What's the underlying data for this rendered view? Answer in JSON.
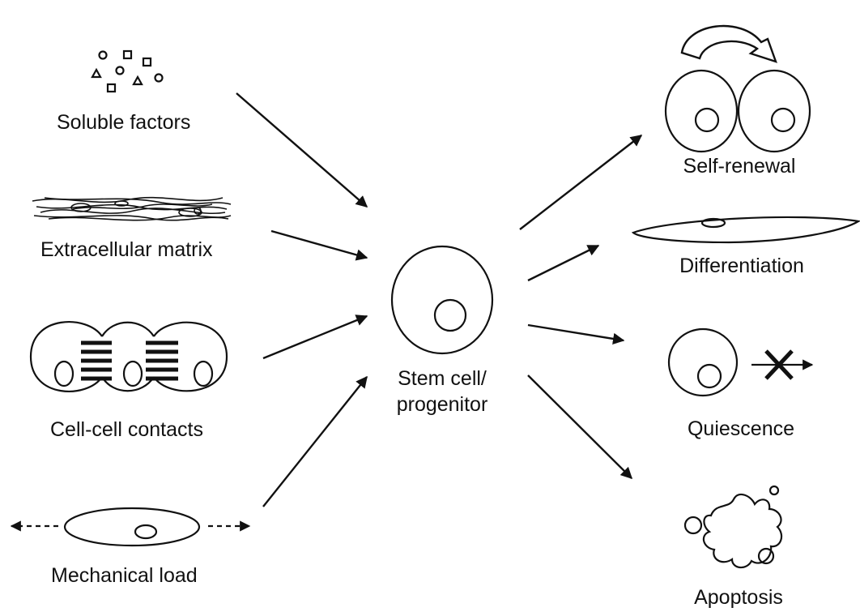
{
  "inputs": {
    "soluble_factors": "Soluble factors",
    "extracellular_matrix": "Extracellular matrix",
    "cell_cell_contacts": "Cell-cell contacts",
    "mechanical_load": "Mechanical load"
  },
  "center": {
    "line1": "Stem cell/",
    "line2": "progenitor"
  },
  "outcomes": {
    "self_renewal": "Self-renewal",
    "differentiation": "Differentiation",
    "quiescence": "Quiescence",
    "apoptosis": "Apoptosis"
  }
}
